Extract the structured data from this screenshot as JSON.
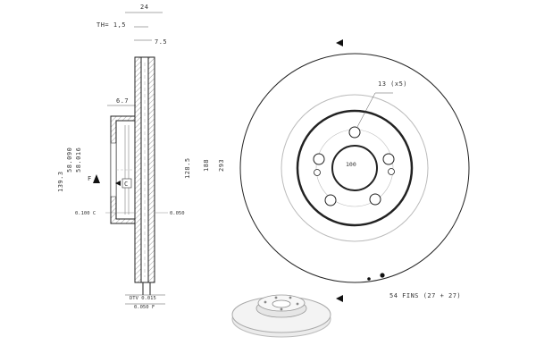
{
  "side_view": {
    "top_width": "24",
    "th_label": "TH= 1,5",
    "hat_thickness": "7.5",
    "offset": "6.7",
    "center_bore_dims": [
      "139.3",
      "58.090",
      "58.016"
    ],
    "inner_diameter": "128.5",
    "hat_diameter": "188",
    "outer_diameter": "293",
    "label_f": "F",
    "label_c": "C",
    "tol_left": "0.100 C",
    "tol_right": "0.050",
    "runout_1": "DTV 0.015",
    "runout_2": "0.050 F"
  },
  "front_view": {
    "bolt_holes": "13 (x5)",
    "pcd": "100",
    "fins": "54 FINS (27 + 27)"
  }
}
